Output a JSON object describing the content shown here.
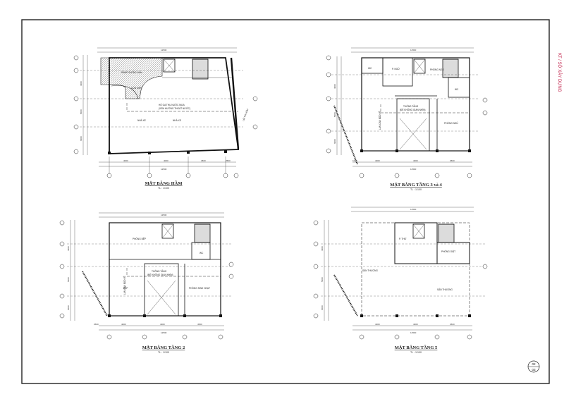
{
  "side_text": "KT / SỞ XÂY DỰNG",
  "sheet_number": "02",
  "sheet_total": "03",
  "plans": {
    "basement": {
      "title": "MẶT BẰNG HẦM",
      "scale": "TL : 1/100",
      "labels": [
        "RAMP XUỐNG HẦM",
        "CỬA XIÊN",
        "HỐ GA THU NƯỚC MƯA",
        "(XEM HƯỚNG THOÁT NƯỚC)",
        "NHÀ XE",
        "NHÀ XE",
        "LỐI RA HẦM"
      ],
      "dims_bottom": [
        "4000",
        "4000",
        "4500",
        "2500"
      ],
      "dim_total": "12500",
      "dim_top": "12500",
      "dims_left": [
        "4000",
        "5000",
        "6000"
      ]
    },
    "floor34": {
      "title": "MẶT BẰNG TẦNG 3 và 4",
      "scale": "TL : 1/100",
      "labels": [
        "WC",
        "P. NGỦ",
        "WC",
        "PHÒNG NGỦ",
        "LAN CAN BẢO VỆ",
        "THÔNG TẦNG",
        "(ĐỂ KHÔNG GIAN NHÌN)",
        "PHÒNG NGỦ"
      ],
      "dims_bottom": [
        "1000",
        "4000",
        "4000",
        "4500"
      ],
      "dim_total": "12500",
      "dim_top": "12500",
      "dims_left": [
        "4000",
        "5000",
        "6000"
      ]
    },
    "floor2": {
      "title": "MẶT BẰNG TẦNG 2",
      "scale": "TL : 1/100",
      "labels": [
        "PHÒNG BẾP",
        "WC",
        "LAN CAN BẢO VỆ",
        "THÔNG TẦNG",
        "(ĐỂ KHÔNG GIAN NHÌN)",
        "BẾP",
        "PHÒNG SINH HOẠT"
      ],
      "dims_bottom": [
        "2500",
        "4000",
        "4000",
        "4500"
      ],
      "dim_total": "12500",
      "dim_top": "12500",
      "dims_left": [
        "4000",
        "5000",
        "6000"
      ]
    },
    "floor5": {
      "title": "MẶT BẰNG TẦNG 5",
      "scale": "TL : 1/100",
      "labels": [
        "P. THỜ",
        "PHÒNG GIẶT",
        "SÂN THƯỢNG",
        "SÂN THƯỢNG"
      ],
      "dims_bottom": [
        "4000",
        "4000",
        "4500"
      ],
      "dim_total": "12500",
      "dim_top": "12500",
      "dims_left": [
        "4000",
        "5000",
        "6000"
      ]
    }
  }
}
